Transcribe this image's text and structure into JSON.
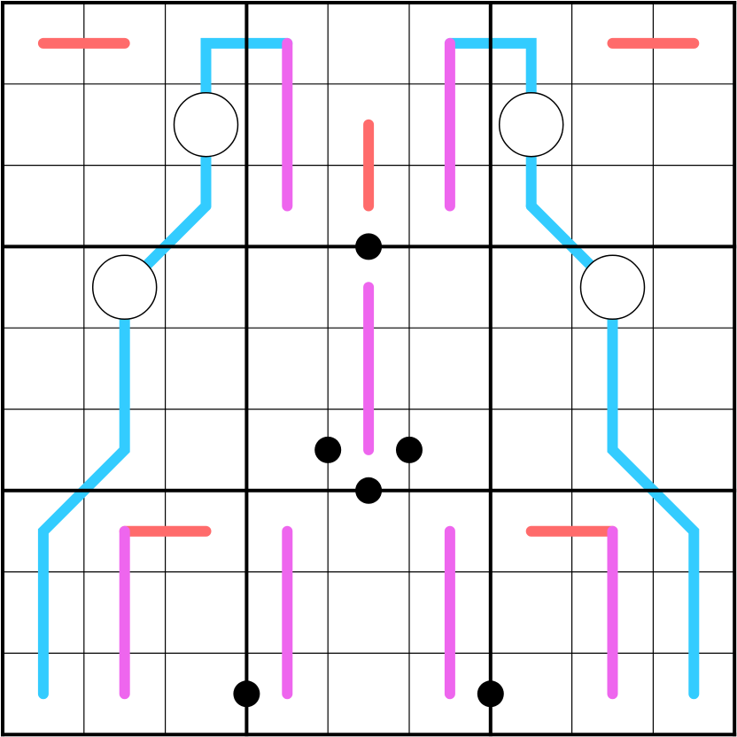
{
  "puzzle": {
    "grid_size": 9,
    "box_size": 3,
    "colors": {
      "background": "#ffffff",
      "grid_line": "#000000",
      "renban": "#ff6b6b",
      "whisper": "#33ccff",
      "palindrome": "#ee66ee",
      "black_dot": "#000000",
      "white_dot": "#ffffff"
    },
    "renban_lines": [
      [
        [
          1,
          1
        ],
        [
          1,
          2
        ]
      ],
      [
        [
          1,
          8
        ],
        [
          1,
          9
        ]
      ],
      [
        [
          2,
          5
        ],
        [
          3,
          5
        ]
      ],
      [
        [
          7,
          3
        ],
        [
          7,
          2
        ]
      ],
      [
        [
          7,
          7
        ],
        [
          7,
          8
        ]
      ]
    ],
    "whisper_lines": [
      [
        [
          3,
          3
        ],
        [
          1,
          3
        ],
        [
          1,
          4
        ]
      ],
      [
        [
          4,
          2
        ],
        [
          3,
          3
        ]
      ],
      [
        [
          4,
          2
        ],
        [
          6,
          2
        ],
        [
          7,
          1
        ],
        [
          9,
          1
        ]
      ],
      [
        [
          3,
          7
        ],
        [
          1,
          7
        ],
        [
          1,
          6
        ]
      ],
      [
        [
          4,
          8
        ],
        [
          3,
          7
        ]
      ],
      [
        [
          4,
          8
        ],
        [
          6,
          8
        ],
        [
          7,
          9
        ],
        [
          9,
          9
        ]
      ]
    ],
    "palindrome_lines": [
      [
        [
          1,
          4
        ],
        [
          3,
          4
        ]
      ],
      [
        [
          1,
          6
        ],
        [
          3,
          6
        ]
      ],
      [
        [
          4,
          5
        ],
        [
          6,
          5
        ]
      ],
      [
        [
          7,
          2
        ],
        [
          9,
          2
        ]
      ],
      [
        [
          7,
          4
        ],
        [
          9,
          4
        ]
      ],
      [
        [
          7,
          6
        ],
        [
          9,
          6
        ]
      ],
      [
        [
          7,
          8
        ],
        [
          9,
          8
        ]
      ]
    ],
    "white_dots": [
      [
        [
          2,
          3
        ],
        [
          2,
          3
        ]
      ],
      [
        [
          4,
          2
        ],
        [
          4,
          2
        ]
      ],
      [
        [
          2,
          7
        ],
        [
          2,
          7
        ]
      ],
      [
        [
          4,
          8
        ],
        [
          4,
          8
        ]
      ]
    ],
    "black_dots": [
      [
        [
          3,
          5
        ],
        [
          4,
          5
        ]
      ],
      [
        [
          6,
          4
        ],
        [
          6,
          5
        ]
      ],
      [
        [
          6,
          5
        ],
        [
          6,
          6
        ]
      ],
      [
        [
          6,
          5
        ],
        [
          7,
          5
        ]
      ],
      [
        [
          9,
          3
        ],
        [
          9,
          4
        ]
      ],
      [
        [
          9,
          6
        ],
        [
          9,
          7
        ]
      ]
    ]
  }
}
